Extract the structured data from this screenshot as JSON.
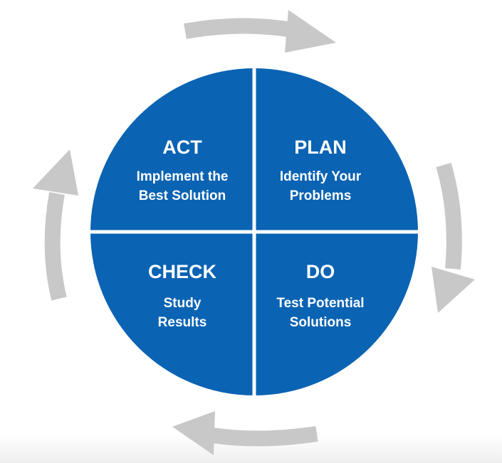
{
  "colors": {
    "circle_fill": "#0a63b3",
    "divider": "#ffffff",
    "arrow": "#c8c8c8",
    "text": "#ffffff"
  },
  "quadrants": {
    "act": {
      "title": "ACT",
      "line1": "Implement the",
      "line2": "Best Solution"
    },
    "plan": {
      "title": "PLAN",
      "line1": "Identify Your",
      "line2": "Problems"
    },
    "check": {
      "title": "CHECK",
      "line1": "Study",
      "line2": "Results"
    },
    "do": {
      "title": "DO",
      "line1": "Test Potential",
      "line2": "Solutions"
    }
  },
  "cycle": {
    "direction": "clockwise",
    "arrows": [
      "arrow-top",
      "arrow-right",
      "arrow-bottom",
      "arrow-left"
    ]
  }
}
